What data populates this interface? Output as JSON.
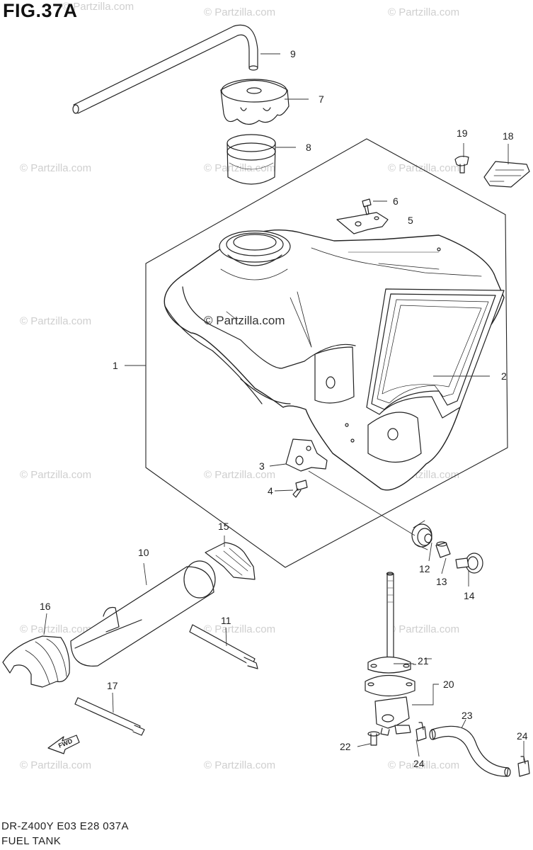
{
  "figure": {
    "title": "FIG.37A"
  },
  "footer": {
    "model_line": "DR-Z400Y E03 E28 037A",
    "section": "FUEL TANK"
  },
  "watermark": {
    "text": "© Partzilla.com",
    "center_text": "© Partzilla.com"
  },
  "fwd_label": "FWD",
  "callouts": [
    "1",
    "2",
    "3",
    "4",
    "5",
    "6",
    "7",
    "8",
    "9",
    "10",
    "11",
    "12",
    "13",
    "14",
    "15",
    "16",
    "17",
    "18",
    "19",
    "20",
    "21",
    "22",
    "23",
    "24",
    "24"
  ],
  "colors": {
    "line": "#222222",
    "watermark": "#cfcfcf"
  }
}
